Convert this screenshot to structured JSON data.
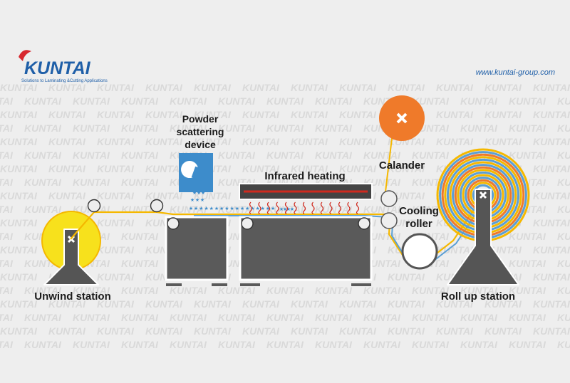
{
  "brand": {
    "logo_text": "KUNTAI",
    "tagline": "Solutions to Laminating &Cutting Applications",
    "website": "www.kuntai-group.com",
    "watermark": "KUNTAI",
    "colors": {
      "logo_blue": "#1f5fa8",
      "logo_red": "#d7282f"
    }
  },
  "labels": {
    "powder_line1": "Powder",
    "powder_line2": "scattering",
    "powder_line3": "device",
    "infrared": "Infrared heating",
    "calander": "Calander",
    "cooling_line1": "Cooling",
    "cooling_line2": "roller",
    "unwind": "Unwind station",
    "rollup": "Roll up station"
  },
  "icons": {
    "roller_axle": "x-icon",
    "powder": "star-icon",
    "heat": "heat-wave-icon"
  },
  "colors": {
    "background": "#eeeeee",
    "web_yellow": "#f5b800",
    "web_blue": "#5b9fd4",
    "machine_gray": "#5a5a5a",
    "machine_outline": "#ffffff",
    "powder_device": "#3d8ccb",
    "calander_orange": "#ef7a2a",
    "heater_red": "#cf2a1f",
    "unwind_roll": "#f7e11c",
    "stand_gray": "#555555"
  }
}
